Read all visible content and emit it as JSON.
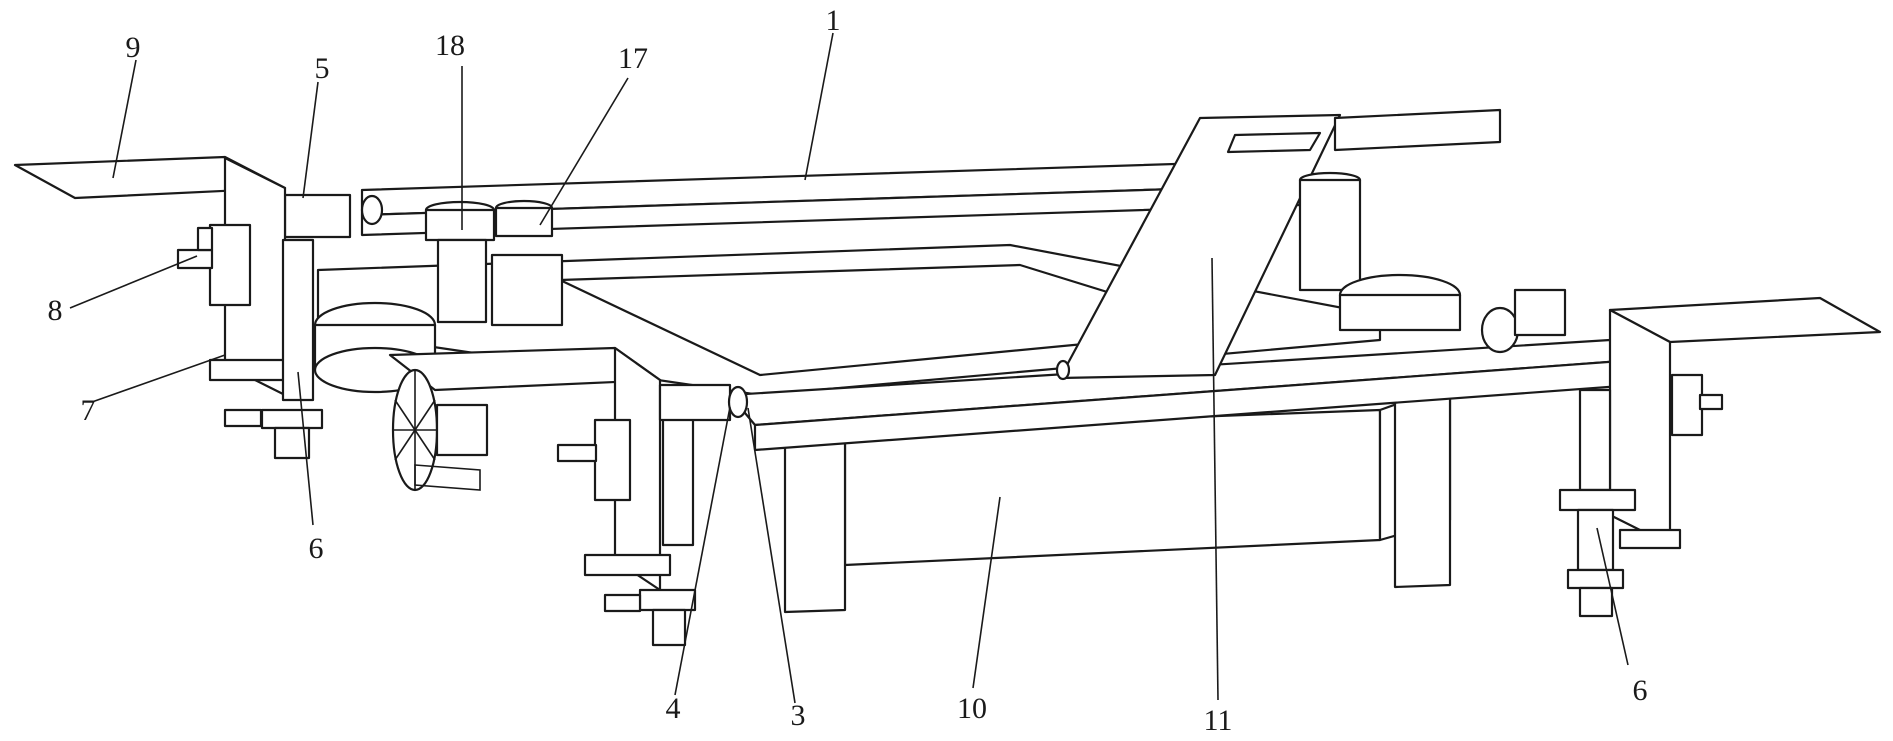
{
  "colors": {
    "line": "#1a1a1a",
    "background": "#ffffff"
  },
  "labels": {
    "l1": "1",
    "l3": "3",
    "l4": "4",
    "l5": "5",
    "l6a": "6",
    "l6b": "6",
    "l7": "7",
    "l8": "8",
    "l9": "9",
    "l10": "10",
    "l11": "11",
    "l17": "17",
    "l18": "18"
  }
}
